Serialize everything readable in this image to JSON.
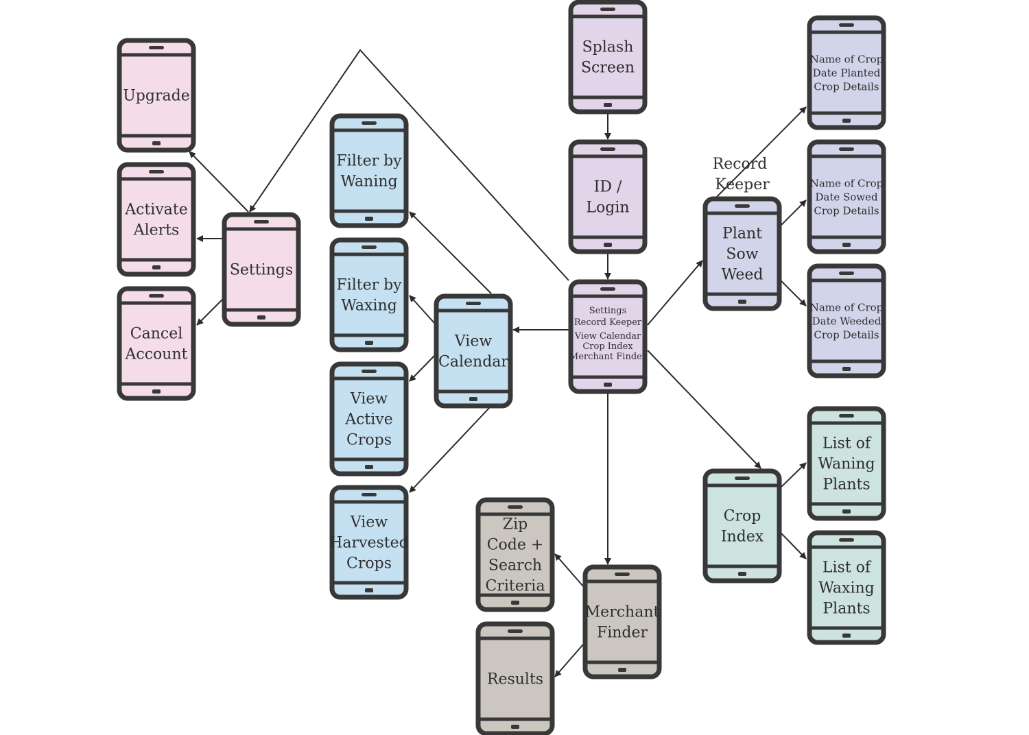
{
  "colors": {
    "frame": "#383838",
    "pink": "#f4dde9",
    "purple": "#e2d4e9",
    "blue": "#c5e0f1",
    "lavender": "#d2d5ea",
    "teal": "#cde3df",
    "gray": "#cbc7c0",
    "arrow": "#2b2b2b"
  },
  "screens": [
    {
      "id": "splash",
      "lines": [
        "Splash",
        "Screen"
      ],
      "color": "purple"
    },
    {
      "id": "login",
      "lines": [
        "ID /",
        "Login"
      ],
      "color": "purple"
    },
    {
      "id": "home",
      "lines": [
        "Settings",
        "Record Keeper",
        "View Calendar",
        "Crop Index",
        "Merchant Finder"
      ],
      "color": "purple"
    },
    {
      "id": "settings",
      "lines": [
        "Settings"
      ],
      "color": "pink"
    },
    {
      "id": "upgrade",
      "lines": [
        "Upgrade"
      ],
      "color": "pink"
    },
    {
      "id": "alerts",
      "lines": [
        "Activate",
        "Alerts"
      ],
      "color": "pink"
    },
    {
      "id": "cancel",
      "lines": [
        "Cancel",
        "Account"
      ],
      "color": "pink"
    },
    {
      "id": "calendar",
      "lines": [
        "View",
        "Calendar"
      ],
      "color": "blue"
    },
    {
      "id": "waning",
      "lines": [
        "Filter by",
        "Waning"
      ],
      "color": "blue"
    },
    {
      "id": "waxing",
      "lines": [
        "Filter by",
        "Waxing"
      ],
      "color": "blue"
    },
    {
      "id": "active",
      "lines": [
        "View",
        "Active",
        "Crops"
      ],
      "color": "blue"
    },
    {
      "id": "harvested",
      "lines": [
        "View",
        "Harvested",
        "Crops"
      ],
      "color": "blue"
    },
    {
      "id": "record",
      "lines": [
        "Plant",
        "Sow",
        "Weed"
      ],
      "color": "lavender"
    },
    {
      "id": "planted",
      "lines": [
        "Name of Crop",
        "Date Planted",
        "Crop Details"
      ],
      "color": "lavender"
    },
    {
      "id": "sowed",
      "lines": [
        "Name of Crop",
        "Date Sowed",
        "Crop Details"
      ],
      "color": "lavender"
    },
    {
      "id": "weeded",
      "lines": [
        "Name of Crop",
        "Date Weeded",
        "Crop Details"
      ],
      "color": "lavender"
    },
    {
      "id": "cropindex",
      "lines": [
        "Crop",
        "Index"
      ],
      "color": "teal"
    },
    {
      "id": "waninglist",
      "lines": [
        "List of",
        "Waning",
        "Plants"
      ],
      "color": "teal"
    },
    {
      "id": "waxinglist",
      "lines": [
        "List of",
        "Waxing",
        "Plants"
      ],
      "color": "teal"
    },
    {
      "id": "merchant",
      "lines": [
        "Merchant",
        "Finder"
      ],
      "color": "gray"
    },
    {
      "id": "zip",
      "lines": [
        "Zip",
        "Code +",
        "Search",
        "Criteria"
      ],
      "color": "gray"
    },
    {
      "id": "results",
      "lines": [
        "Results"
      ],
      "color": "gray"
    }
  ],
  "labels": {
    "record_keeper": [
      "Record",
      "Keeper"
    ]
  }
}
